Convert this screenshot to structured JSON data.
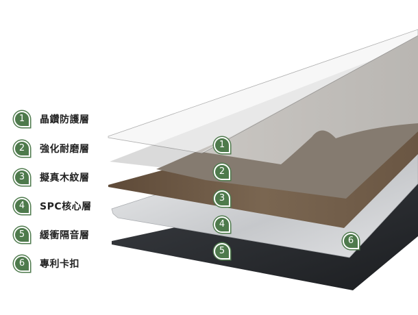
{
  "legend": [
    {
      "num": "1",
      "label": "晶鑽防護層"
    },
    {
      "num": "2",
      "label": "強化耐磨層"
    },
    {
      "num": "3",
      "label": "擬真木紋層"
    },
    {
      "num": "4",
      "label": "SPC核心層"
    },
    {
      "num": "5",
      "label": "緩衝隔音層"
    },
    {
      "num": "6",
      "label": "專利卡扣"
    }
  ],
  "markers": [
    "1",
    "2",
    "3",
    "4",
    "5",
    "6"
  ],
  "colors": {
    "badge": "#4e7a4c",
    "wood_dark": "#6b5a48",
    "core": "#d6d8da",
    "underlay": "#2a2d31"
  }
}
